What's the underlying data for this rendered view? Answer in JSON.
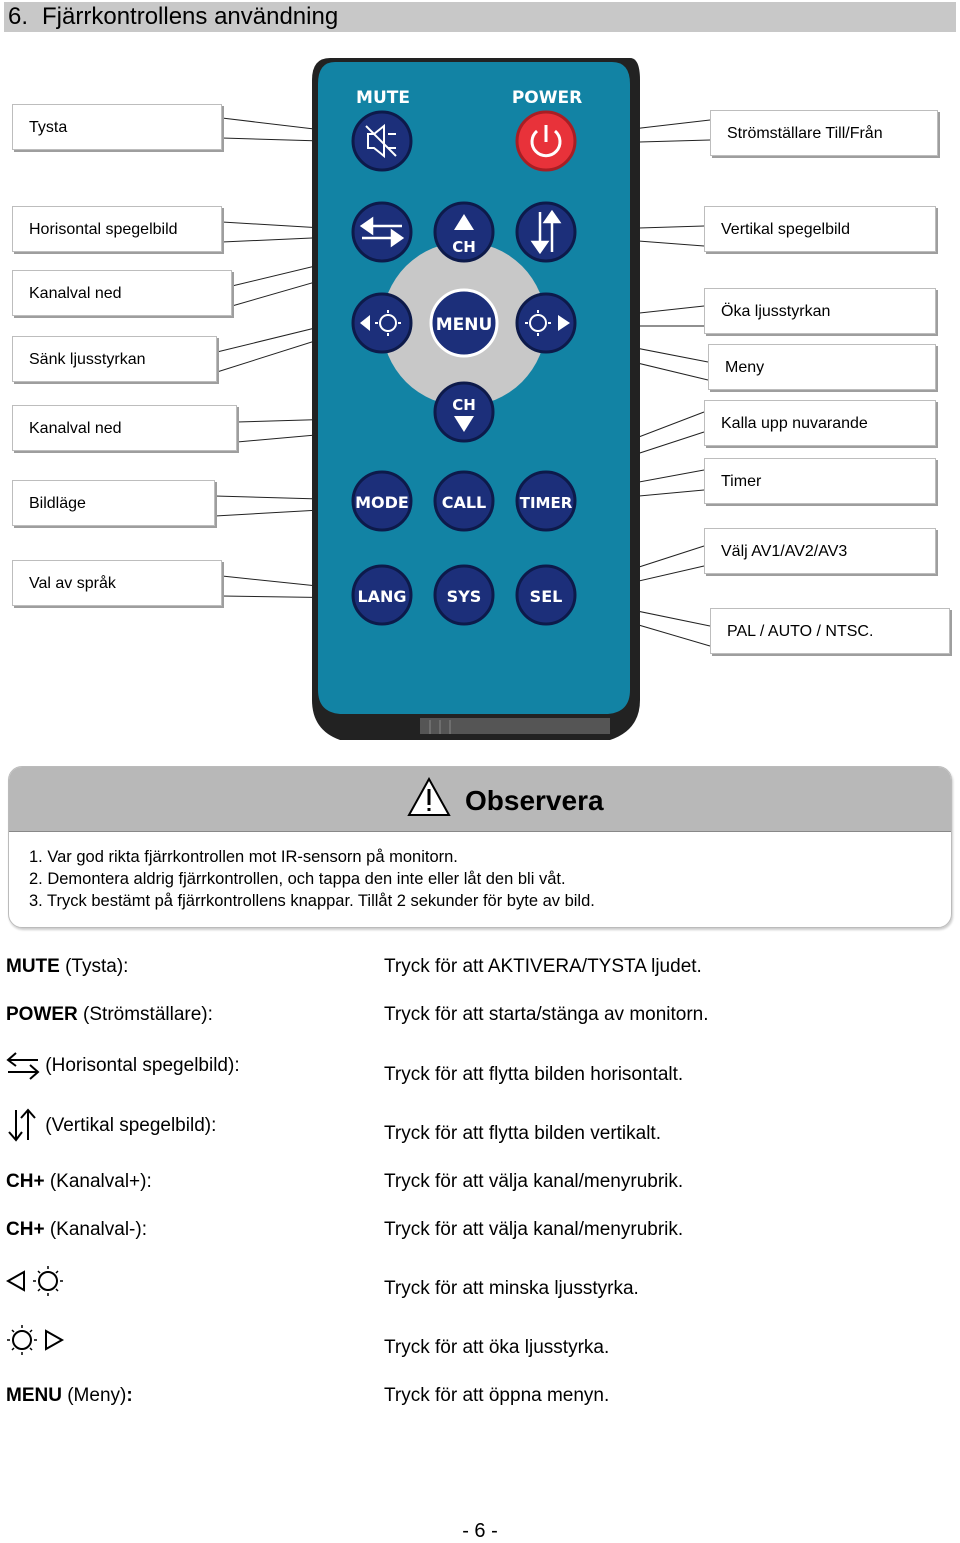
{
  "section": {
    "number": "6.",
    "title": "Fjärrkontrollens användning"
  },
  "remote": {
    "mute_label": "MUTE",
    "power_label": "POWER",
    "buttons": {
      "ch_up": "CH",
      "menu": "MENU",
      "ch_down": "CH",
      "mode": "MODE",
      "call": "CALL",
      "timer": "TIMER",
      "lang": "LANG",
      "sys": "SYS",
      "sel": "SEL"
    },
    "colors": {
      "body": "#1283a4",
      "button": "#1c2f7a",
      "power": "#e8323a",
      "pad": "#c8c8c8"
    }
  },
  "callouts": {
    "left": [
      "Tysta",
      "Horisontal spegelbild",
      "Kanalval ned",
      "Sänk ljusstyrkan",
      "Kanalval ned",
      "Bildläge",
      "Val av språk"
    ],
    "right": [
      "Strömställare Till/Från",
      "Vertikal spegelbild",
      "Öka ljusstyrkan",
      "Meny",
      "Kalla upp nuvarande",
      "Timer",
      "Välj AV1/AV2/AV3",
      "PAL / AUTO / NTSC."
    ]
  },
  "notice": {
    "title": "Observera",
    "items": [
      "1. Var god rikta fjärrkontrollen mot IR-sensorn på monitorn.",
      "2. Demontera aldrig fjärrkontrollen, och tappa den inte eller låt den bli våt.",
      "3. Tryck bestämt på fjärrkontrollens knappar. Tillåt 2 sekunder för byte av bild."
    ]
  },
  "descriptions": [
    {
      "key": "MUTE",
      "label": " (Tysta):",
      "text": "Tryck för att AKTIVERA/TYSTA ljudet."
    },
    {
      "key": "POWER",
      "label": " (Strömställare):",
      "text": "Tryck för att starta/stänga av monitorn."
    },
    {
      "key": "",
      "label": " (Horisontal spegelbild):",
      "text": "Tryck för att flytta bilden horisontalt."
    },
    {
      "key": "",
      "label": " (Vertikal spegelbild):",
      "text": "Tryck för att flytta bilden vertikalt."
    },
    {
      "key": "CH+",
      "label": " (Kanalval+):",
      "text": "Tryck för att välja kanal/menyrubrik."
    },
    {
      "key": "CH+",
      "label": " (Kanalval-):",
      "text": "Tryck för att välja kanal/menyrubrik."
    },
    {
      "key": "",
      "label": "",
      "text": "Tryck för att minska ljusstyrka."
    },
    {
      "key": "",
      "label": "",
      "text": "Tryck för att öka ljusstyrka."
    },
    {
      "key": "MENU",
      "label": " (Meny)",
      "colon": ":",
      "text": "Tryck för att öppna menyn."
    }
  ],
  "page_number": "- 6 -"
}
